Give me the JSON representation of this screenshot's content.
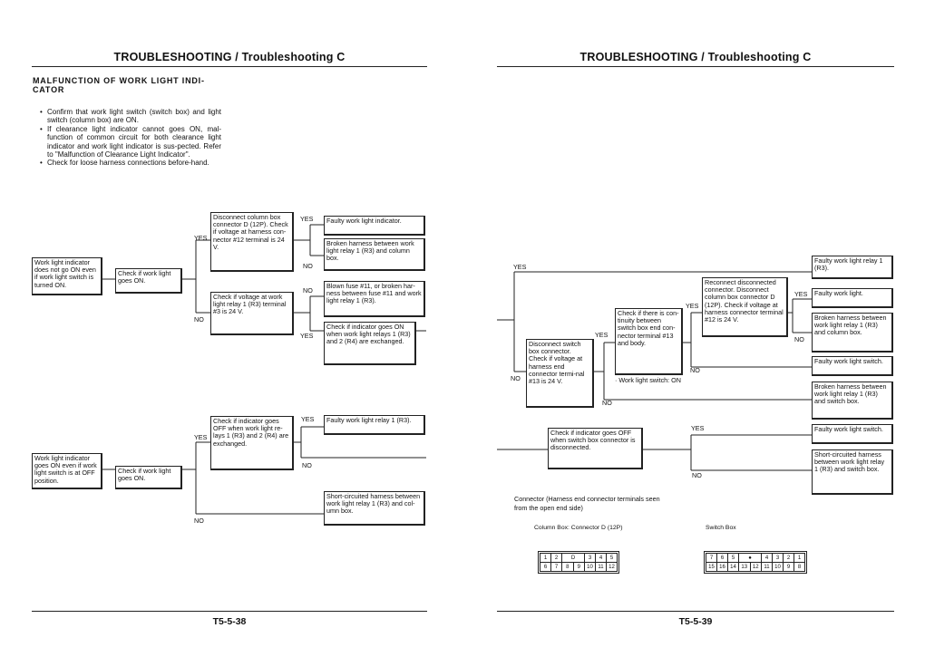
{
  "left_page": {
    "header": "TROUBLESHOOTING / Troubleshooting C",
    "section_title_line1": "MALFUNCTION OF WORK LIGHT INDI-",
    "section_title_line2": "CATOR",
    "bullets": [
      "Confirm that work light switch (switch box) and light switch (column box) are ON.",
      "If clearance light indicator cannot goes ON, mal-function of common circuit for both clearance light indicator and work light indicator is sus-pected. Refer to \"Malfunction of Clearance Light Indicator\".",
      "Check for loose harness connections before-hand."
    ],
    "flow1": {
      "start": "Work light indicator does not go ON even if work light switch is turned ON.",
      "check1": "Check if work light goes ON.",
      "upper": "Disconnect column box connector D (12P). Check if voltage at harness con-nector #12 terminal is 24 V.",
      "lower": "Check if voltage at work light relay 1 (R3) terminal #3 is 24 V.",
      "r1": "Faulty work light indicator.",
      "r2": "Broken harness between work light relay 1 (R3) and column box.",
      "r3": "Blown fuse #11, or broken har-ness between fuse #11 and work light relay 1 (R3).",
      "r4": "Check if indicator goes ON when work light relays 1 (R3) and 2 (R4) are exchanged."
    },
    "flow2": {
      "start": "Work light indicator goes ON even if work light switch is at OFF position.",
      "check1": "Check if work light goes ON.",
      "upper": "Check if indicator goes OFF when work light re-lays 1 (R3) and 2 (R4) are exchanged.",
      "r1": "Faulty work light relay 1 (R3).",
      "r2": "Short-circuited harness between work light relay 1 (R3) and col-umn box."
    },
    "footer": "T5-5-38"
  },
  "right_page": {
    "header": "TROUBLESHOOTING / Troubleshooting C",
    "flow1": {
      "a": "Disconnect switch box connector. Check if voltage at harness end connector termi-nal #13 is 24 V.",
      "b": "Check if there is con-tinuity between switch box end con-nector terminal #13 and body.",
      "b_note": "· Work light switch: ON",
      "c": "Reconnect disconnected connector. Disconnect column box connector D (12P). Check if voltage at harness connector terminal #12 is 24 V.",
      "r1": "Faulty work light relay 1 (R3).",
      "r2": "Faulty work light.",
      "r3": "Broken harness between work light relay 1 (R3) and column box.",
      "r4": "Faulty work light switch.",
      "r5": "Broken harness between work light relay 1 (R3) and switch box."
    },
    "flow2": {
      "a": "Check if indicator goes OFF when switch box connector is disconnected.",
      "r1": "Faulty work light switch.",
      "r2": "Short-circuited harness between work light relay 1 (R3) and switch box."
    },
    "connector": {
      "title_line1": "Connector (Harness end connector terminals seen",
      "title_line2": "from the open end side)",
      "column_box_caption": "Column Box: Connector D (12P)",
      "switch_box_caption": "Switch Box",
      "column_row1": [
        "1",
        "2",
        "D",
        "3",
        "4",
        "5"
      ],
      "column_row2": [
        "6",
        "7",
        "8",
        "9",
        "10",
        "11",
        "12"
      ],
      "switch_row1": [
        "7",
        "6",
        "5",
        "●",
        "4",
        "3",
        "2",
        "1"
      ],
      "switch_row2": [
        "15",
        "16",
        "14",
        "13",
        "12",
        "11",
        "10",
        "9",
        "8"
      ]
    },
    "footer": "T5-5-39"
  },
  "labels": {
    "yes": "YES",
    "no": "NO"
  }
}
